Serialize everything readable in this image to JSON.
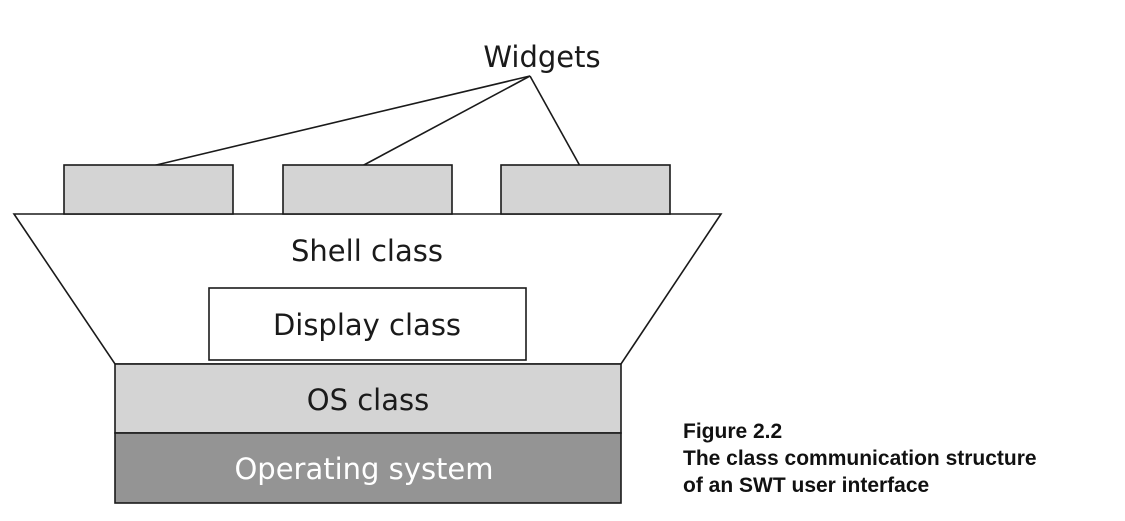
{
  "diagram": {
    "widgets_label": "Widgets",
    "shell_label": "Shell class",
    "display_label": "Display class",
    "os_label": "OS class",
    "operating_system_label": "Operating system",
    "widget_count": 3,
    "colors": {
      "widget_fill": "#d4d4d4",
      "os_fill": "#d4d4d4",
      "operating_system_fill": "#949494",
      "shell_fill": "#ffffff",
      "display_fill": "#ffffff",
      "stroke": "#1a1a1a"
    }
  },
  "caption": {
    "figure_number": "Figure 2.2",
    "line1": "The class communication structure",
    "line2": "of an SWT user interface"
  }
}
